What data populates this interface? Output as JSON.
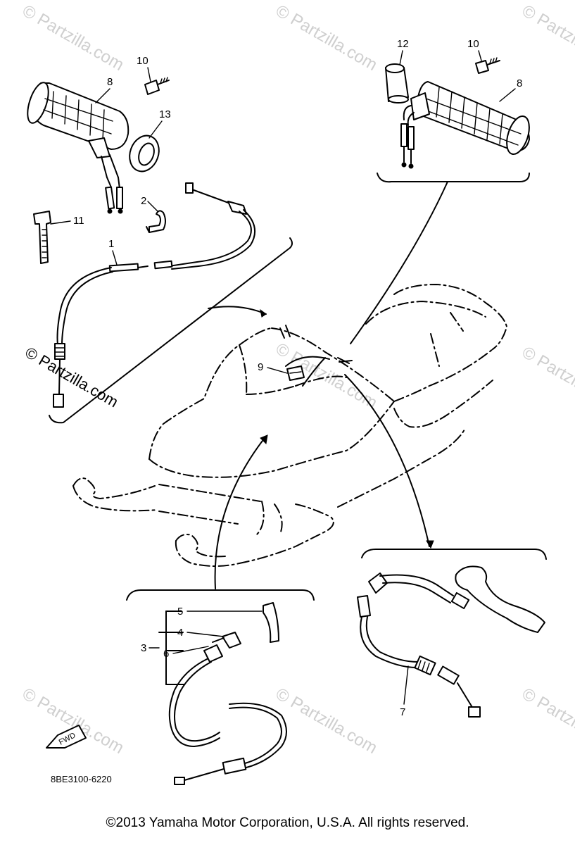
{
  "watermark": "© Partzilla.com",
  "watermark_side": "Partzilla.com",
  "callouts": {
    "c1": "1",
    "c2": "2",
    "c3": "3",
    "c4": "4",
    "c5": "5",
    "c6": "6",
    "c7": "7",
    "c8a": "8",
    "c8b": "8",
    "c9": "9",
    "c10a": "10",
    "c10b": "10",
    "c11": "11",
    "c12": "12",
    "c13": "13"
  },
  "fwd_label": "FWD",
  "part_code": "8BE3100-6220",
  "copyright": "©2013  Yamaha Motor Corporation, U.S.A. All rights reserved."
}
